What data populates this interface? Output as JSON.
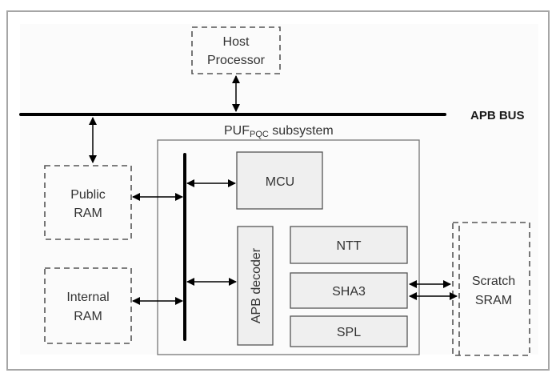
{
  "diagram": {
    "bus_label": "APB BUS",
    "subsystem": {
      "title_main": "PUF",
      "title_sub": "PQC",
      "title_rest": " subsystem"
    },
    "blocks": {
      "host": [
        "Host",
        "Processor"
      ],
      "public_ram": [
        "Public",
        "RAM"
      ],
      "internal_ram": [
        "Internal",
        "RAM"
      ],
      "mcu": "MCU",
      "apb_decoder": "APB decoder",
      "ntt": "NTT",
      "sha3": "SHA3",
      "spl": "SPL",
      "scratch_sram": [
        "Scratch",
        "SRAM"
      ]
    },
    "colors": {
      "line": "#000000",
      "box_fill": "#efefef",
      "box_stroke": "#555555",
      "dashed": "#555555",
      "subsystem_stroke": "#777777"
    }
  }
}
